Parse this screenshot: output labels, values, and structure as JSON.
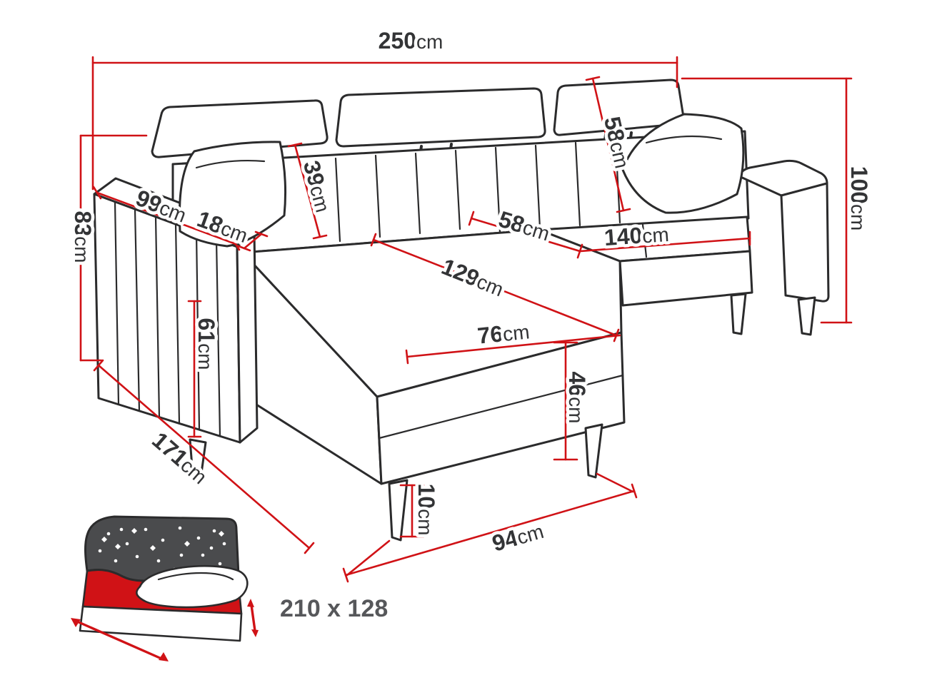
{
  "diagram": {
    "subject": "corner-sofa-dimensions"
  },
  "colors": {
    "dimension_red": "#d01216",
    "outline": "#2b2b2c",
    "label_text": "#333436",
    "bed_label_gray": "#56575a",
    "blanket_gray": "#4a4b4d"
  },
  "dimensions": {
    "total_width": {
      "value": "250",
      "unit": "cm"
    },
    "total_height": {
      "value": "100",
      "unit": "cm"
    },
    "armrest_height": {
      "value": "83",
      "unit": "cm"
    },
    "armrest_depth": {
      "value": "99",
      "unit": "cm"
    },
    "armrest_width": {
      "value": "18",
      "unit": "cm"
    },
    "side_height": {
      "value": "61",
      "unit": "cm"
    },
    "chaise_length": {
      "value": "171",
      "unit": "cm"
    },
    "backrest_depth": {
      "value": "39",
      "unit": "cm"
    },
    "backrest_height": {
      "value": "58",
      "unit": "cm"
    },
    "seat_depth": {
      "value": "58",
      "unit": "cm"
    },
    "seat_width": {
      "value": "140",
      "unit": "cm"
    },
    "bed_width": {
      "value": "129",
      "unit": "cm"
    },
    "chaise_front": {
      "value": "76",
      "unit": "cm"
    },
    "base_height": {
      "value": "46",
      "unit": "cm"
    },
    "leg_height": {
      "value": "10",
      "unit": "cm"
    },
    "chaise_bottom": {
      "value": "94",
      "unit": "cm"
    }
  },
  "sleeping_area": {
    "label": "210 x 128",
    "icon": "bed-with-starry-blanket-icon"
  }
}
